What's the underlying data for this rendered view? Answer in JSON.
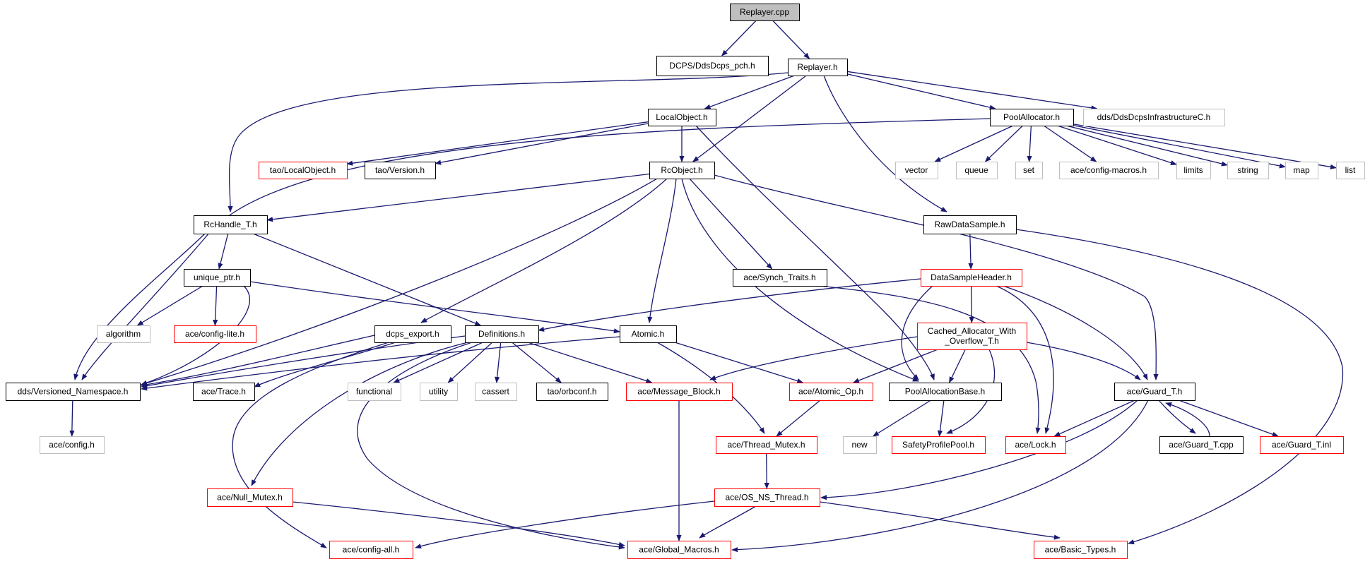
{
  "colors": {
    "edge": "#191970",
    "root_fill": "#bfbfbf",
    "border_normal": "#000000",
    "border_red": "#ff0000",
    "border_gray": "#bfbfbf",
    "fill_white": "#ffffff"
  },
  "nodes": [
    {
      "id": "replayer_cpp",
      "label": "Replayer.cpp",
      "style": "root"
    },
    {
      "id": "dcps_pch",
      "label": "DCPS/DdsDcps_pch.h",
      "style": "normal"
    },
    {
      "id": "replayer_h",
      "label": "Replayer.h",
      "style": "normal"
    },
    {
      "id": "localobject_h",
      "label": "LocalObject.h",
      "style": "normal"
    },
    {
      "id": "poolallocator_h",
      "label": "PoolAllocator.h",
      "style": "normal"
    },
    {
      "id": "dds_infra",
      "label": "dds/DdsDcpsInfrastructureC.h",
      "style": "gray"
    },
    {
      "id": "tao_localobject",
      "label": "tao/LocalObject.h",
      "style": "red"
    },
    {
      "id": "tao_version",
      "label": "tao/Version.h",
      "style": "normal"
    },
    {
      "id": "rcobject_h",
      "label": "RcObject.h",
      "style": "normal"
    },
    {
      "id": "vector",
      "label": "vector",
      "style": "gray"
    },
    {
      "id": "queue",
      "label": "queue",
      "style": "gray"
    },
    {
      "id": "set",
      "label": "set",
      "style": "gray"
    },
    {
      "id": "ace_config_macros",
      "label": "ace/config-macros.h",
      "style": "gray"
    },
    {
      "id": "limits",
      "label": "limits",
      "style": "gray"
    },
    {
      "id": "string",
      "label": "string",
      "style": "gray"
    },
    {
      "id": "map",
      "label": "map",
      "style": "gray"
    },
    {
      "id": "list",
      "label": "list",
      "style": "gray"
    },
    {
      "id": "rchandle_t",
      "label": "RcHandle_T.h",
      "style": "normal"
    },
    {
      "id": "rawdatasample",
      "label": "RawDataSample.h",
      "style": "normal"
    },
    {
      "id": "unique_ptr",
      "label": "unique_ptr.h",
      "style": "normal"
    },
    {
      "id": "ace_synch_traits",
      "label": "ace/Synch_Traits.h",
      "style": "normal"
    },
    {
      "id": "datasampleheader",
      "label": "DataSampleHeader.h",
      "style": "red"
    },
    {
      "id": "algorithm",
      "label": "algorithm",
      "style": "gray"
    },
    {
      "id": "ace_config_lite",
      "label": "ace/config-lite.h",
      "style": "red"
    },
    {
      "id": "dcps_export",
      "label": "dcps_export.h",
      "style": "normal"
    },
    {
      "id": "definitions",
      "label": "Definitions.h",
      "style": "normal"
    },
    {
      "id": "atomic_h",
      "label": "Atomic.h",
      "style": "normal"
    },
    {
      "id": "cached_alloc",
      "label": "Cached_Allocator_With",
      "label2": "_Overflow_T.h",
      "style": "red"
    },
    {
      "id": "versioned_ns",
      "label": "dds/Versioned_Namespace.h",
      "style": "normal"
    },
    {
      "id": "ace_trace",
      "label": "ace/Trace.h",
      "style": "normal"
    },
    {
      "id": "functional",
      "label": "functional",
      "style": "gray"
    },
    {
      "id": "utility",
      "label": "utility",
      "style": "gray"
    },
    {
      "id": "cassert",
      "label": "cassert",
      "style": "gray"
    },
    {
      "id": "tao_orbconf",
      "label": "tao/orbconf.h",
      "style": "normal"
    },
    {
      "id": "ace_message_block",
      "label": "ace/Message_Block.h",
      "style": "red"
    },
    {
      "id": "ace_atomic_op",
      "label": "ace/Atomic_Op.h",
      "style": "red"
    },
    {
      "id": "poolallocationbase",
      "label": "PoolAllocationBase.h",
      "style": "normal"
    },
    {
      "id": "ace_guard_t_h",
      "label": "ace/Guard_T.h",
      "style": "normal"
    },
    {
      "id": "ace_config_h",
      "label": "ace/config.h",
      "style": "gray"
    },
    {
      "id": "ace_thread_mutex",
      "label": "ace/Thread_Mutex.h",
      "style": "red"
    },
    {
      "id": "new",
      "label": "new",
      "style": "gray"
    },
    {
      "id": "safetyprofilepool",
      "label": "SafetyProfilePool.h",
      "style": "red"
    },
    {
      "id": "ace_lock",
      "label": "ace/Lock.h",
      "style": "red"
    },
    {
      "id": "ace_guard_t_cpp",
      "label": "ace/Guard_T.cpp",
      "style": "normal"
    },
    {
      "id": "ace_guard_t_inl",
      "label": "ace/Guard_T.inl",
      "style": "red"
    },
    {
      "id": "ace_null_mutex",
      "label": "ace/Null_Mutex.h",
      "style": "red"
    },
    {
      "id": "ace_os_ns_thread",
      "label": "ace/OS_NS_Thread.h",
      "style": "red"
    },
    {
      "id": "ace_config_all",
      "label": "ace/config-all.h",
      "style": "red"
    },
    {
      "id": "ace_global_macros",
      "label": "ace/Global_Macros.h",
      "style": "red"
    },
    {
      "id": "ace_basic_types",
      "label": "Basic_Types.h",
      "label_prefix": "ace/",
      "style": "red"
    }
  ],
  "edges": [
    [
      "replayer_cpp",
      "dcps_pch"
    ],
    [
      "replayer_cpp",
      "replayer_h"
    ],
    [
      "replayer_h",
      "localobject_h"
    ],
    [
      "replayer_h",
      "poolallocator_h"
    ],
    [
      "replayer_h",
      "dds_infra"
    ],
    [
      "replayer_h",
      "rcobject_h"
    ],
    [
      "replayer_h",
      "rchandle_t"
    ],
    [
      "replayer_h",
      "rawdatasample"
    ],
    [
      "localobject_h",
      "tao_localobject"
    ],
    [
      "localobject_h",
      "tao_version"
    ],
    [
      "localobject_h",
      "rcobject_h"
    ],
    [
      "localobject_h",
      "poolallocationbase"
    ],
    [
      "poolallocator_h",
      "versioned_ns"
    ],
    [
      "poolallocator_h",
      "vector"
    ],
    [
      "poolallocator_h",
      "queue"
    ],
    [
      "poolallocator_h",
      "set"
    ],
    [
      "poolallocator_h",
      "ace_config_macros"
    ],
    [
      "poolallocator_h",
      "limits"
    ],
    [
      "poolallocator_h",
      "string"
    ],
    [
      "poolallocator_h",
      "map"
    ],
    [
      "poolallocator_h",
      "list"
    ],
    [
      "rcobject_h",
      "rchandle_t"
    ],
    [
      "rcobject_h",
      "versioned_ns"
    ],
    [
      "rcobject_h",
      "dcps_export"
    ],
    [
      "rcobject_h",
      "atomic_h"
    ],
    [
      "rcobject_h",
      "ace_synch_traits"
    ],
    [
      "rcobject_h",
      "poolallocationbase"
    ],
    [
      "rcobject_h",
      "ace_guard_t_h"
    ],
    [
      "rchandle_t",
      "unique_ptr"
    ],
    [
      "rchandle_t",
      "versioned_ns"
    ],
    [
      "rchandle_t",
      "definitions"
    ],
    [
      "rawdatasample",
      "datasampleheader"
    ],
    [
      "rawdatasample",
      "ace_basic_types"
    ],
    [
      "unique_ptr",
      "algorithm"
    ],
    [
      "unique_ptr",
      "ace_config_lite"
    ],
    [
      "unique_ptr",
      "versioned_ns"
    ],
    [
      "unique_ptr",
      "atomic_h"
    ],
    [
      "ace_synch_traits",
      "ace_lock"
    ],
    [
      "datasampleheader",
      "definitions"
    ],
    [
      "datasampleheader",
      "cached_alloc"
    ],
    [
      "datasampleheader",
      "poolallocationbase"
    ],
    [
      "datasampleheader",
      "ace_guard_t_h"
    ],
    [
      "datasampleheader",
      "ace_lock"
    ],
    [
      "dcps_export",
      "versioned_ns"
    ],
    [
      "dcps_export",
      "ace_trace"
    ],
    [
      "dcps_export",
      "ace_config_all"
    ],
    [
      "definitions",
      "versioned_ns"
    ],
    [
      "definitions",
      "functional"
    ],
    [
      "definitions",
      "utility"
    ],
    [
      "definitions",
      "cassert"
    ],
    [
      "definitions",
      "tao_orbconf"
    ],
    [
      "definitions",
      "ace_message_block"
    ],
    [
      "definitions",
      "ace_null_mutex"
    ],
    [
      "definitions",
      "ace_global_macros"
    ],
    [
      "atomic_h",
      "versioned_ns"
    ],
    [
      "atomic_h",
      "ace_atomic_op"
    ],
    [
      "atomic_h",
      "ace_thread_mutex"
    ],
    [
      "cached_alloc",
      "ace_message_block"
    ],
    [
      "cached_alloc",
      "ace_atomic_op"
    ],
    [
      "cached_alloc",
      "poolallocationbase"
    ],
    [
      "cached_alloc",
      "safetyprofilepool"
    ],
    [
      "cached_alloc",
      "ace_guard_t_h"
    ],
    [
      "versioned_ns",
      "ace_config_h"
    ],
    [
      "ace_message_block",
      "ace_global_macros"
    ],
    [
      "ace_atomic_op",
      "ace_thread_mutex"
    ],
    [
      "poolallocationbase",
      "new"
    ],
    [
      "poolallocationbase",
      "safetyprofilepool"
    ],
    [
      "ace_guard_t_h",
      "ace_lock"
    ],
    [
      "ace_guard_t_h",
      "ace_guard_t_cpp"
    ],
    [
      "ace_guard_t_h",
      "ace_guard_t_inl"
    ],
    [
      "ace_guard_t_h",
      "ace_os_ns_thread"
    ],
    [
      "ace_guard_t_h",
      "ace_global_macros"
    ],
    [
      "ace_guard_t_cpp",
      "ace_guard_t_h"
    ],
    [
      "ace_thread_mutex",
      "ace_os_ns_thread"
    ],
    [
      "ace_null_mutex",
      "ace_global_macros"
    ],
    [
      "ace_os_ns_thread",
      "ace_config_all"
    ],
    [
      "ace_os_ns_thread",
      "ace_global_macros"
    ],
    [
      "ace_os_ns_thread",
      "ace_basic_types"
    ]
  ]
}
